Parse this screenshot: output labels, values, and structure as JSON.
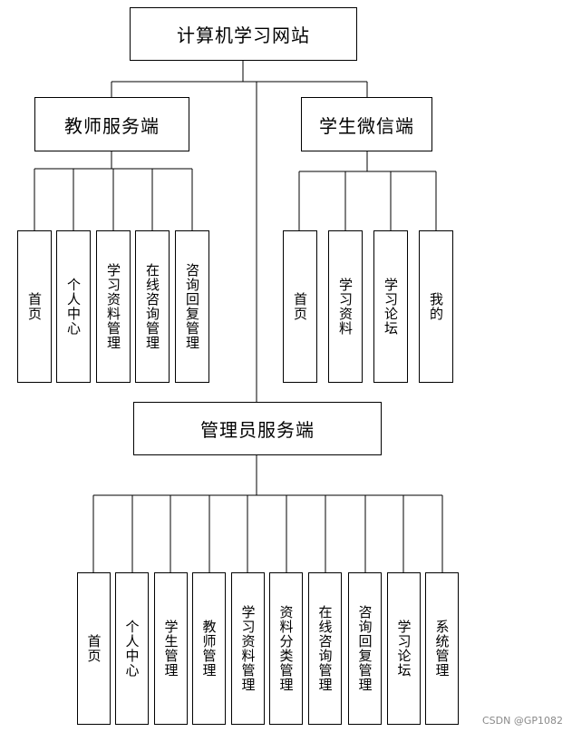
{
  "root": "计算机学习网站",
  "teacher": {
    "title": "教师服务端",
    "items": [
      "首页",
      "个人中心",
      "学习资料管理",
      "在线咨询管理",
      "咨询回复管理"
    ]
  },
  "student": {
    "title": "学生微信端",
    "items": [
      "首页",
      "学习资料",
      "学习论坛",
      "我的"
    ]
  },
  "admin": {
    "title": "管理员服务端",
    "items": [
      "首页",
      "个人中心",
      "学生管理",
      "教师管理",
      "学习资料管理",
      "资料分类管理",
      "在线咨询管理",
      "咨询回复管理",
      "学习论坛",
      "系统管理"
    ]
  },
  "watermark": "CSDN @GP1082"
}
